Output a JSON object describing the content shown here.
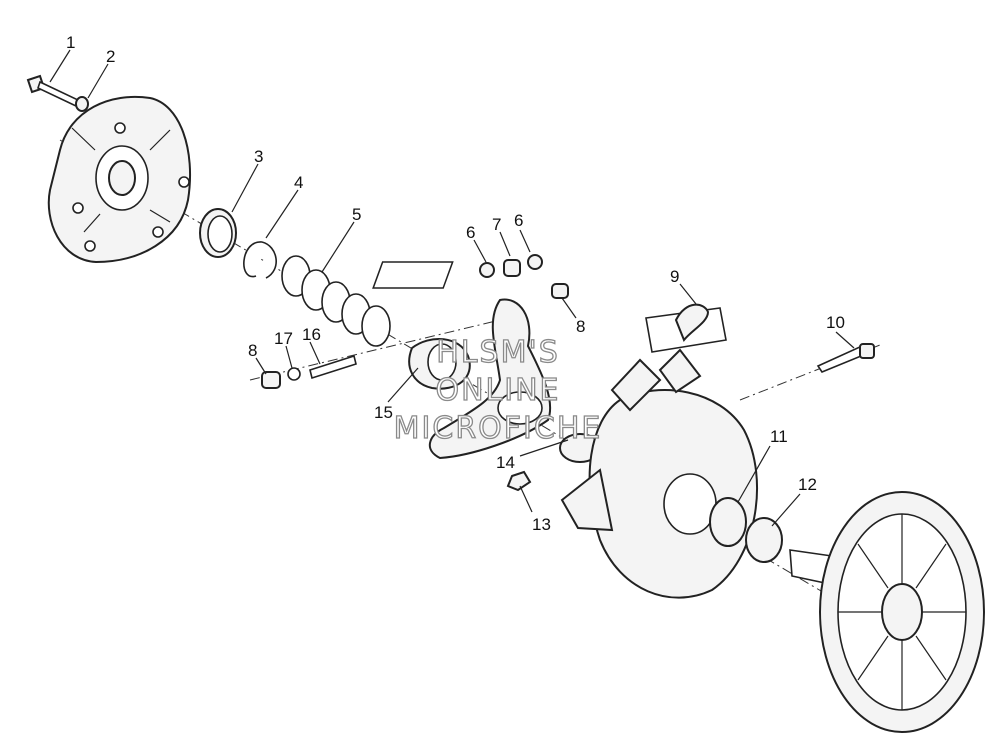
{
  "callouts": [
    {
      "id": "1",
      "text": "1"
    },
    {
      "id": "2",
      "text": "2"
    },
    {
      "id": "3",
      "text": "3"
    },
    {
      "id": "4",
      "text": "4"
    },
    {
      "id": "5",
      "text": "5"
    },
    {
      "id": "6a",
      "text": "6"
    },
    {
      "id": "7",
      "text": "7"
    },
    {
      "id": "6b",
      "text": "6"
    },
    {
      "id": "8a",
      "text": "8"
    },
    {
      "id": "9",
      "text": "9"
    },
    {
      "id": "10",
      "text": "10"
    },
    {
      "id": "8b",
      "text": "8"
    },
    {
      "id": "17",
      "text": "17"
    },
    {
      "id": "16",
      "text": "16"
    },
    {
      "id": "15",
      "text": "15"
    },
    {
      "id": "11",
      "text": "11"
    },
    {
      "id": "12",
      "text": "12"
    },
    {
      "id": "14",
      "text": "14"
    },
    {
      "id": "13",
      "text": "13"
    }
  ],
  "watermark": {
    "line1": "HLSM'S",
    "line2": "ONLINE",
    "line3": "MICROFICHE"
  }
}
